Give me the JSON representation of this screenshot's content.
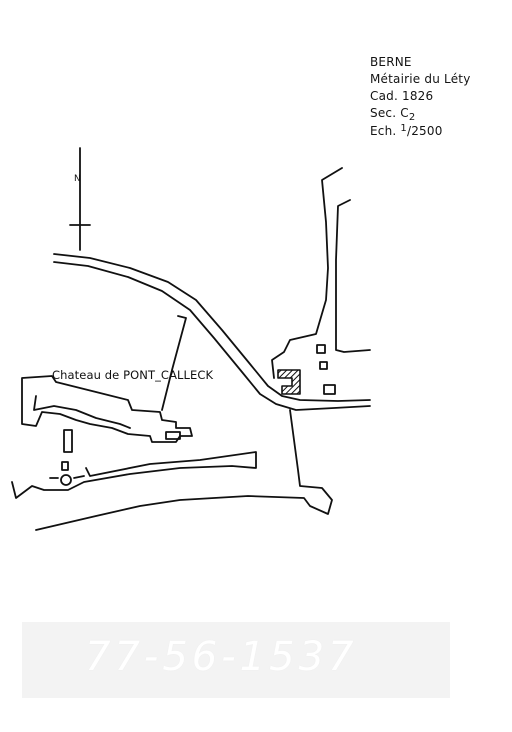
{
  "legend": {
    "commune": "BERNE",
    "place": "Métairie du Léty",
    "cadastre_label": "Cad.",
    "cadastre_year": "1826",
    "section_label": "Sec.",
    "section_letter": "C",
    "section_number": "2",
    "scale_label": "Ech.",
    "scale_num": "1",
    "scale_den": "/2500"
  },
  "map": {
    "north_label": "N",
    "castle_label": "Chateau de PONT_CALLECK"
  },
  "stamp": {
    "text": "77-56-1537"
  }
}
